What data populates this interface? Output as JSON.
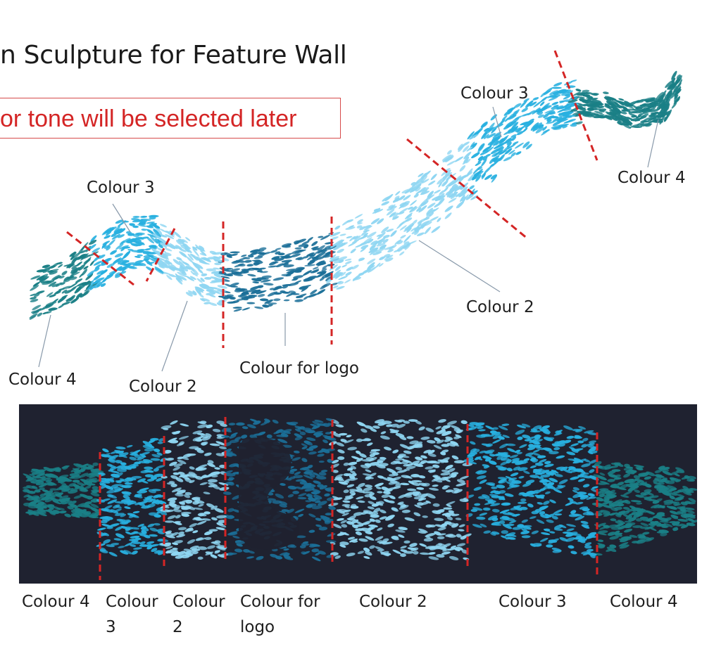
{
  "title": "n Sculpture for Feature Wall",
  "note": "or tone will be selected later",
  "colors": {
    "colour_4": "#1a7f86",
    "colour_3": "#28b0e0",
    "colour_2": "#8fd6f2",
    "colour_logo": "#1b6f98",
    "divider": "#d42525",
    "panel_bg": "#1f2230"
  },
  "top_labels": {
    "colour3_left": "Colour 3",
    "colour3_right": "Colour 3",
    "colour4_right": "Colour 4",
    "colour2_right": "Colour 2",
    "colour4_left": "Colour 4",
    "colour2_left": "Colour 2",
    "colour_logo": "Colour for logo"
  },
  "bottom_labels": {
    "c4a": "Colour 4",
    "c3a_l1": "Colour",
    "c3a_l2": "3",
    "c2a_l1": "Colour",
    "c2a_l2": "2",
    "logo_l1": "Colour for",
    "logo_l2": "logo",
    "c2b": "Colour 2",
    "c3b": "Colour 3",
    "c4b": "Colour 4"
  }
}
